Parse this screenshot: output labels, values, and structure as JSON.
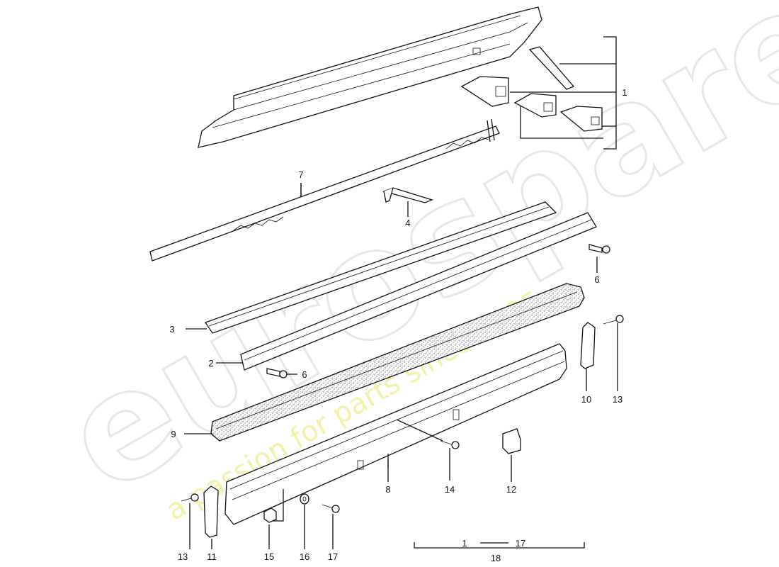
{
  "watermark": {
    "brand": "eurospares",
    "tagline": "a passion for parts since 1985"
  },
  "callouts": [
    {
      "id": "c1",
      "text": "1"
    },
    {
      "id": "c2",
      "text": "2"
    },
    {
      "id": "c3",
      "text": "3"
    },
    {
      "id": "c4",
      "text": "4"
    },
    {
      "id": "c6a",
      "text": "6"
    },
    {
      "id": "c6b",
      "text": "6"
    },
    {
      "id": "c7",
      "text": "7"
    },
    {
      "id": "c8",
      "text": "8"
    },
    {
      "id": "c9",
      "text": "9"
    },
    {
      "id": "c10",
      "text": "10"
    },
    {
      "id": "c11",
      "text": "11"
    },
    {
      "id": "c12",
      "text": "12"
    },
    {
      "id": "c13a",
      "text": "13"
    },
    {
      "id": "c13b",
      "text": "13"
    },
    {
      "id": "c14",
      "text": "14"
    },
    {
      "id": "c15",
      "text": "15"
    },
    {
      "id": "c16",
      "text": "16"
    },
    {
      "id": "c17",
      "text": "17"
    }
  ],
  "range_bracket": {
    "from": "1",
    "to": "17",
    "total": "18"
  }
}
